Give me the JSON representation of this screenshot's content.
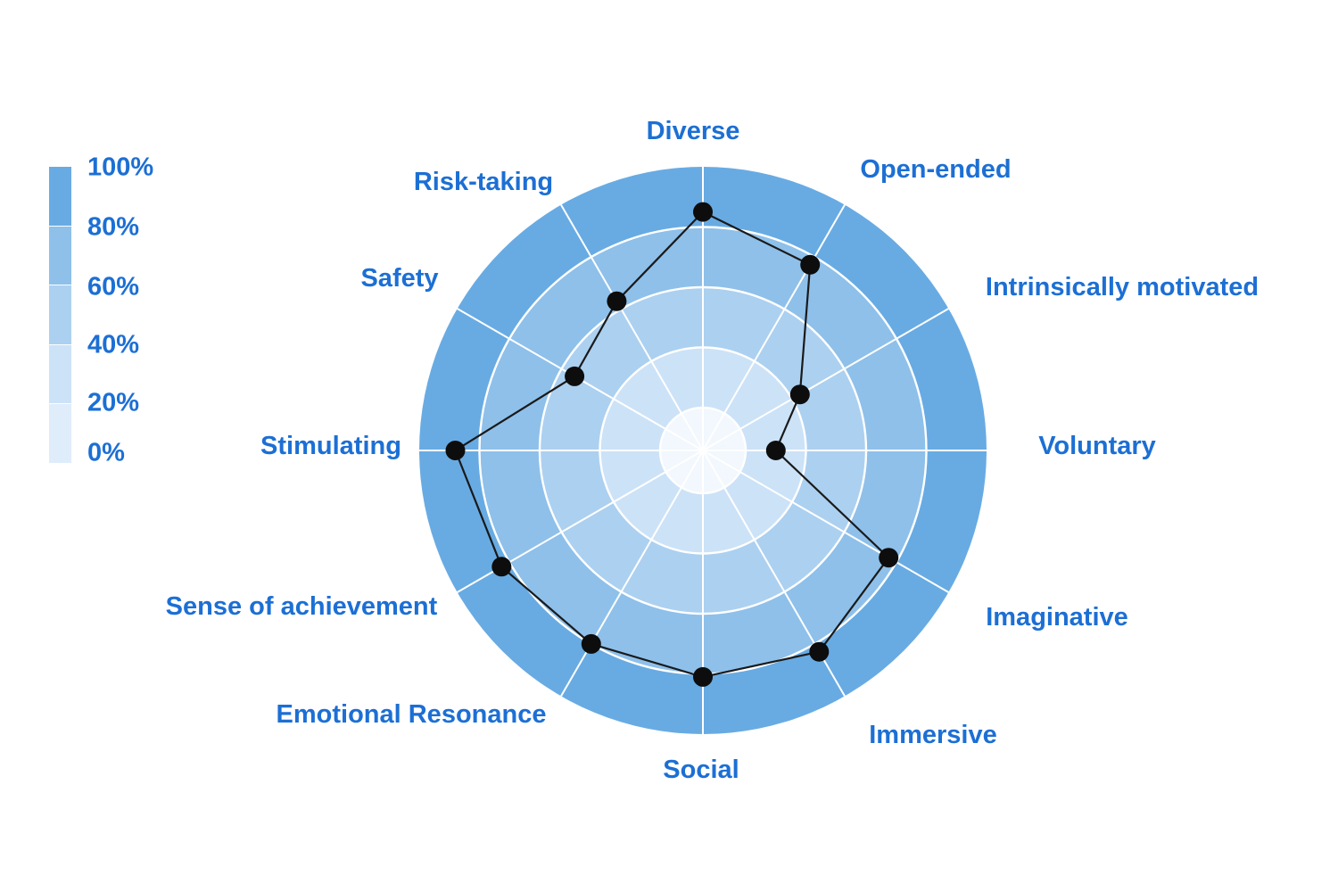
{
  "chart_data": {
    "type": "radar",
    "title": "",
    "categories": [
      "Diverse",
      "Open-ended",
      "Intrinsically motivated",
      "Voluntary",
      "Imaginative",
      "Immersive",
      "Social",
      "Emotional Resonance",
      "Sense of achievement",
      "Stimulating",
      "Safety",
      "Risk-taking"
    ],
    "values": [
      85,
      77,
      43,
      30,
      77,
      83,
      81,
      80,
      83,
      88,
      55,
      63
    ],
    "unit": "%",
    "rlim": [
      0,
      100
    ],
    "ring_values": [
      20,
      40,
      60,
      80,
      100
    ],
    "grid": true,
    "start_axis": "top",
    "direction": "clockwise",
    "legend_position": "left",
    "band_colors_outer_to_inner": [
      "#68ABE3",
      "#8EC0EA",
      "#ACD0F0",
      "#CCE2F7",
      "#DFECFA"
    ],
    "center_hole_color": "#F2F8FD",
    "grid_color": "#FFFFFF",
    "line_color": "#1A1A1A",
    "dot_color": "#0D0D0D",
    "label_color": "#1C6FD4"
  },
  "legend": {
    "labels": [
      "100%",
      "80%",
      "60%",
      "40%",
      "20%",
      "0%"
    ],
    "patch_colors": [
      "#68ABE3",
      "#8EC0EA",
      "#ACD0F0",
      "#CCE2F7",
      "#DFECFA"
    ]
  }
}
